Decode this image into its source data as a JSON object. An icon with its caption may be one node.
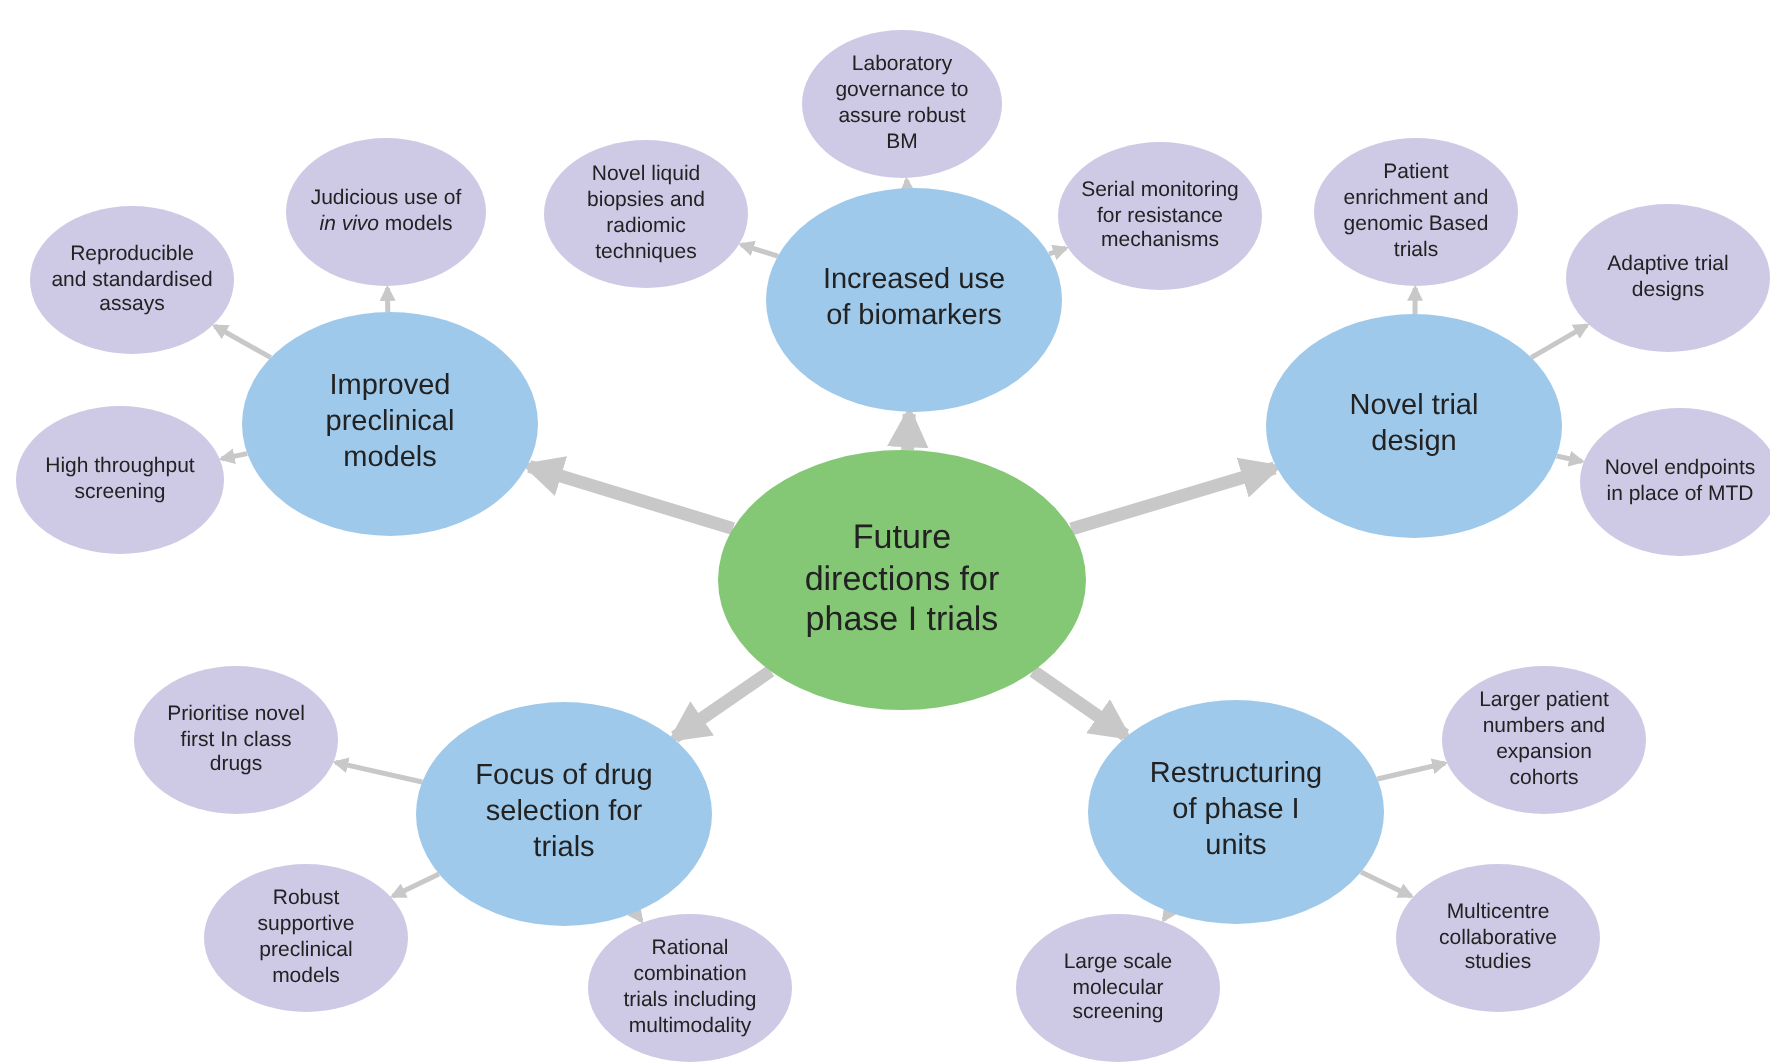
{
  "diagram": {
    "nodes": [
      {
        "text": [
          "Future directions for phase I trials"
        ]
      },
      {
        "text": [
          "Laboratory governance to assure robust BM"
        ]
      },
      {
        "text": [
          "Judicious use of *in vivo* models"
        ]
      },
      {
        "text": [
          "Novel liquid biopsies and radiomic techniques"
        ]
      },
      {
        "text": [
          "Increased use of biomarkers"
        ]
      },
      {
        "text": [
          "Serial monitoring for resistance mechanisms"
        ]
      },
      {
        "text": [
          "Patient enrichment and genomic Based trials"
        ]
      },
      {
        "text": [
          "Reproducible and standardised assays"
        ]
      },
      {
        "text": [
          "Adaptive trial designs"
        ]
      },
      {
        "text": [
          "Improved preclinical models"
        ]
      },
      {
        "text": [
          "Novel trial design"
        ]
      },
      {
        "text": [
          "High throughput screening"
        ]
      },
      {
        "text": [
          "Novel endpoints in place of MTD"
        ]
      },
      {
        "text": [
          "Prioritise novel first In class drugs"
        ]
      },
      {
        "text": [
          "Larger patient numbers and expansion cohorts"
        ]
      },
      {
        "text": [
          "Focus of drug selection for trials"
        ]
      },
      {
        "text": [
          "Restructuring of phase I units"
        ]
      },
      {
        "text": [
          "Robust supportive preclinical models"
        ]
      },
      {
        "text": [
          "Multicentre collaborative studies"
        ]
      },
      {
        "text": [
          "Rational combination trials including multimodality"
        ]
      },
      {
        "text": [
          "Large scale molecular screening"
        ]
      }
    ],
    "edges": [
      {
        "from": 0,
        "to": 4,
        "arrow": "to",
        "style": "thick"
      },
      {
        "from": 0,
        "to": 9,
        "arrow": "to",
        "style": "thick"
      },
      {
        "from": 0,
        "to": 10,
        "arrow": "to",
        "style": "thick"
      },
      {
        "from": 0,
        "to": 15,
        "arrow": "to",
        "style": "thick"
      },
      {
        "from": 0,
        "to": 16,
        "arrow": "to",
        "style": "thick"
      },
      {
        "from": 4,
        "to": 1,
        "arrow": "to"
      },
      {
        "from": 4,
        "to": 3,
        "arrow": "to"
      },
      {
        "from": 4,
        "to": 5,
        "arrow": "to"
      },
      {
        "from": 9,
        "to": 2,
        "arrow": "to"
      },
      {
        "from": 9,
        "to": 7,
        "arrow": "to"
      },
      {
        "from": 9,
        "to": 11,
        "arrow": "to"
      },
      {
        "from": 10,
        "to": 6,
        "arrow": "to"
      },
      {
        "from": 10,
        "to": 8,
        "arrow": "to"
      },
      {
        "from": 10,
        "to": 12,
        "arrow": "to"
      },
      {
        "from": 15,
        "to": 13,
        "arrow": "to"
      },
      {
        "from": 15,
        "to": 17,
        "arrow": "to"
      },
      {
        "from": 15,
        "to": 19,
        "arrow": "to"
      },
      {
        "from": 16,
        "to": 14,
        "arrow": "to"
      },
      {
        "from": 16,
        "to": 18,
        "arrow": "to"
      },
      {
        "from": 16,
        "to": 20,
        "arrow": "to"
      }
    ]
  }
}
